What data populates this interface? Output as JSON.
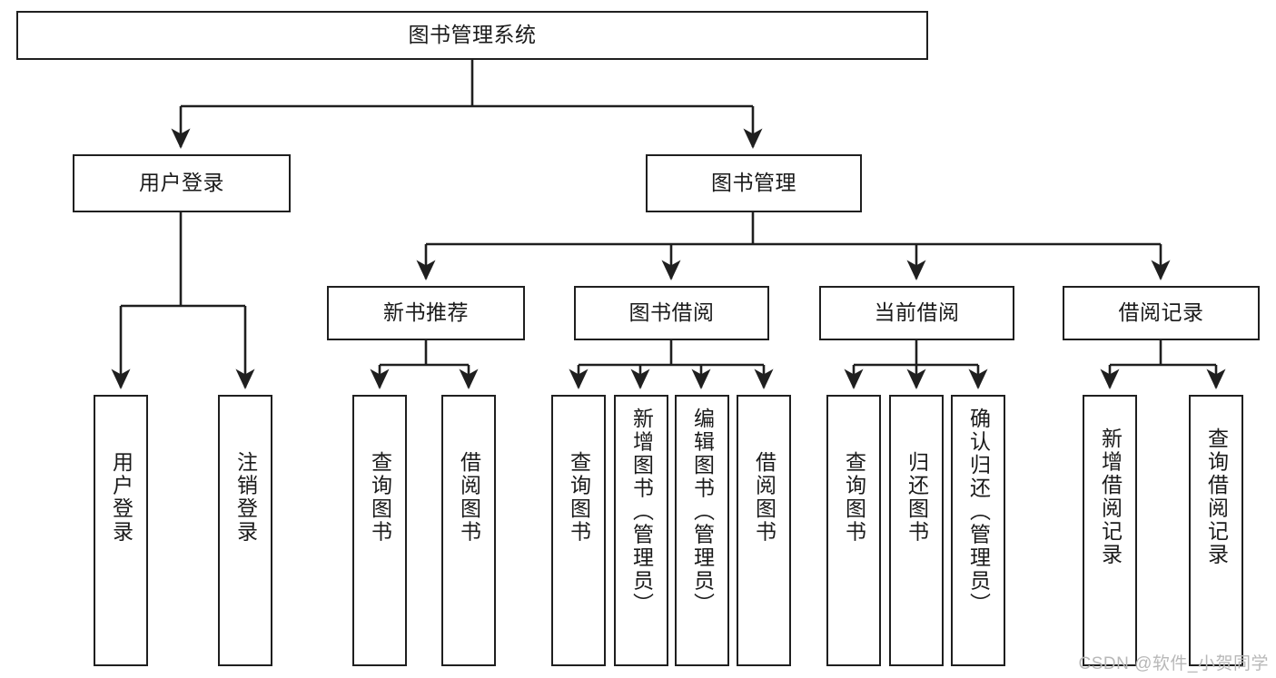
{
  "diagram": {
    "type": "tree",
    "title": "图书管理系统",
    "background_color": "#ffffff",
    "line_color": "#1f1f1f",
    "text_color": "#1a1a1a",
    "root": {
      "id": "root",
      "label": "图书管理系统",
      "orientation": "horizontal"
    },
    "level2": [
      {
        "id": "user-login",
        "label": "用户登录",
        "orientation": "horizontal"
      },
      {
        "id": "book-manage",
        "label": "图书管理",
        "orientation": "horizontal"
      }
    ],
    "level3": [
      {
        "id": "new-book-recommend",
        "label": "新书推荐",
        "orientation": "horizontal",
        "parent": "book-manage"
      },
      {
        "id": "book-borrow",
        "label": "图书借阅",
        "orientation": "horizontal",
        "parent": "book-manage"
      },
      {
        "id": "current-borrow",
        "label": "当前借阅",
        "orientation": "horizontal",
        "parent": "book-manage"
      },
      {
        "id": "borrow-record",
        "label": "借阅记录",
        "orientation": "horizontal",
        "parent": "book-manage"
      }
    ],
    "leaves": [
      {
        "id": "leaf-user-login",
        "label": "用户登录",
        "parent": "user-login",
        "orientation": "vertical"
      },
      {
        "id": "leaf-logout",
        "label": "注销登录",
        "parent": "user-login",
        "orientation": "vertical"
      },
      {
        "id": "leaf-query-book-1",
        "label": "查询图书",
        "parent": "new-book-recommend",
        "orientation": "vertical"
      },
      {
        "id": "leaf-borrow-book-1",
        "label": "借阅图书",
        "parent": "new-book-recommend",
        "orientation": "vertical"
      },
      {
        "id": "leaf-query-book-2",
        "label": "查询图书",
        "parent": "book-borrow",
        "orientation": "vertical"
      },
      {
        "id": "leaf-add-book",
        "label": "新增图书（管理员）",
        "parent": "book-borrow",
        "orientation": "vertical"
      },
      {
        "id": "leaf-edit-book",
        "label": "编辑图书（管理员）",
        "parent": "book-borrow",
        "orientation": "vertical"
      },
      {
        "id": "leaf-borrow-book-2",
        "label": "借阅图书",
        "parent": "book-borrow",
        "orientation": "vertical"
      },
      {
        "id": "leaf-query-book-3",
        "label": "查询图书",
        "parent": "current-borrow",
        "orientation": "vertical"
      },
      {
        "id": "leaf-return-book",
        "label": "归还图书",
        "parent": "current-borrow",
        "orientation": "vertical"
      },
      {
        "id": "leaf-confirm-return",
        "label": "确认归还（管理员）",
        "parent": "current-borrow",
        "orientation": "vertical"
      },
      {
        "id": "leaf-add-record",
        "label": "新增借阅记录",
        "parent": "borrow-record",
        "orientation": "vertical"
      },
      {
        "id": "leaf-query-record",
        "label": "查询借阅记录",
        "parent": "borrow-record",
        "orientation": "vertical"
      }
    ]
  },
  "watermark": {
    "text": "CSDN @软件_小贺同学",
    "color": "#b8b8b8"
  }
}
